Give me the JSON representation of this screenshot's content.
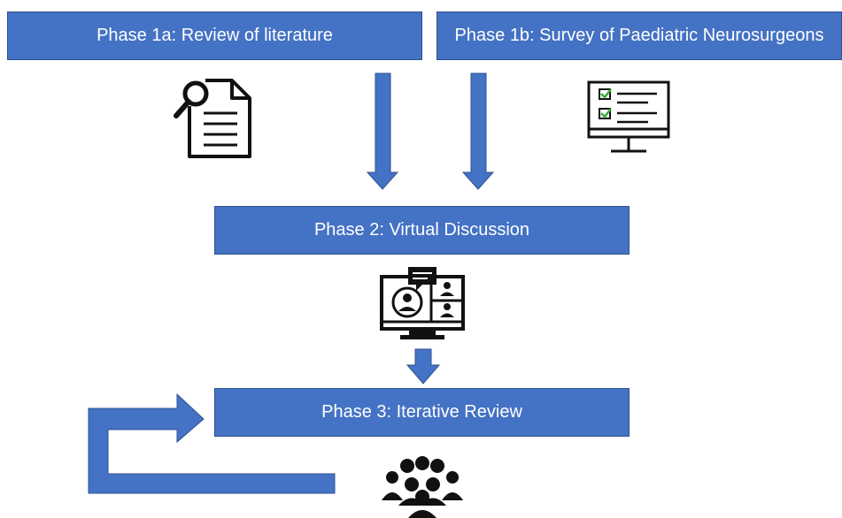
{
  "phases": {
    "phase_1a": "Phase 1a: Review of literature",
    "phase_1b": "Phase 1b: Survey of Paediatric Neurosurgeons",
    "phase_2": "Phase 2: Virtual Discussion",
    "phase_3": "Phase 3: Iterative Review"
  },
  "colors": {
    "box_fill": "#4472c4",
    "box_border": "#2f528f",
    "icon": "#111111",
    "check": "#3aaa35"
  },
  "icons": [
    "literature-search-icon",
    "survey-monitor-icon",
    "video-conference-icon",
    "group-people-icon"
  ]
}
